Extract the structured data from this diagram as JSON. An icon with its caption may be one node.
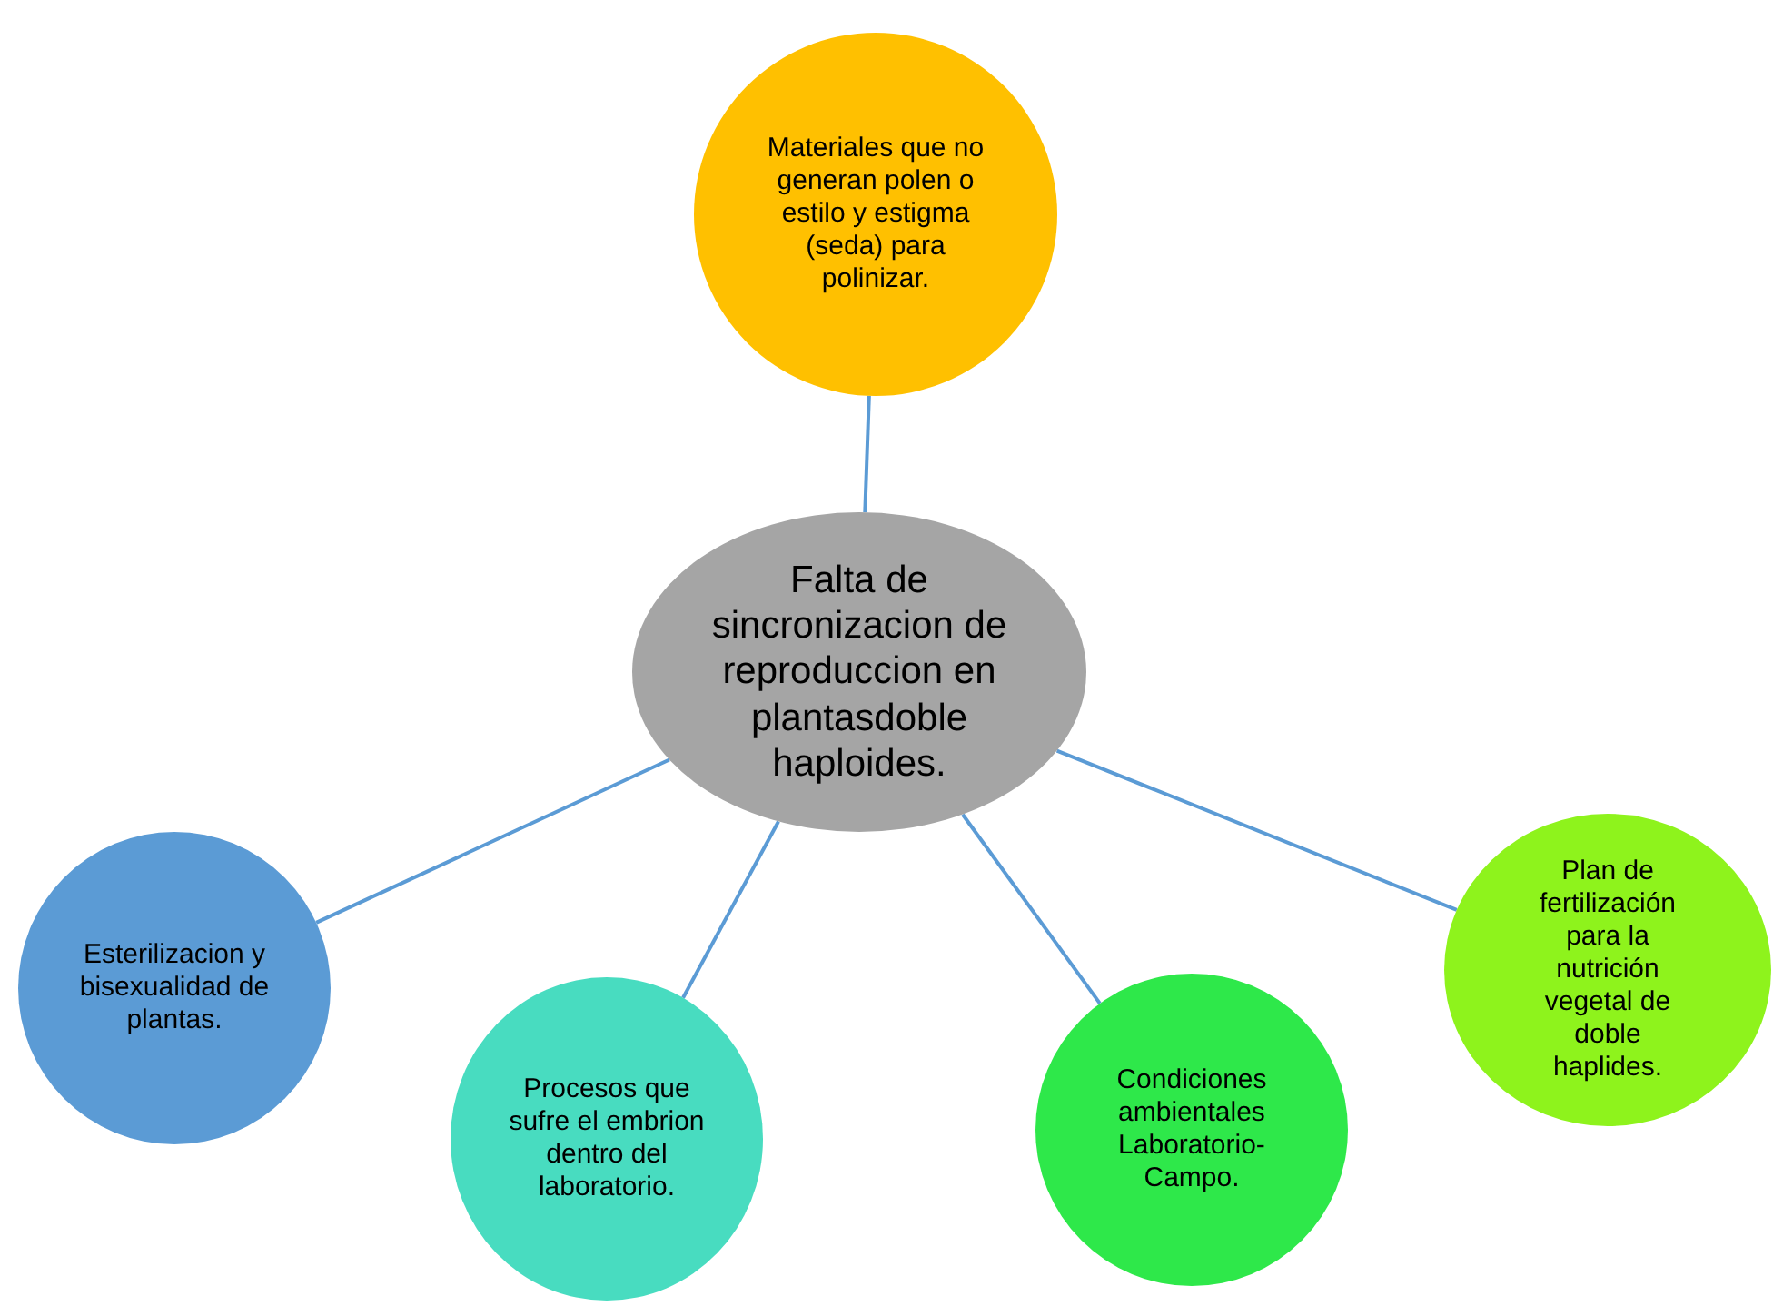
{
  "diagram": {
    "nodes": [
      {
        "text": [
          "Falta de sincronizacion de reproduccion en plantasdoble haploides."
        ]
      },
      {
        "text": [
          "Materiales que no generan polen o estilo y estigma (seda) para polinizar."
        ]
      },
      {
        "text": [
          "Esterilizacion y bisexualidad de plantas."
        ]
      },
      {
        "text": [
          "Procesos que sufre el embrion dentro del laboratorio."
        ]
      },
      {
        "text": [
          "Condiciones ambientales Laboratorio-Campo."
        ]
      },
      {
        "text": [
          "Plan de fertilización para la nutrición vegetal de doble haplides."
        ]
      }
    ],
    "edges": [
      {
        "from": 0,
        "to": 1,
        "arrow": "none"
      },
      {
        "from": 0,
        "to": 2,
        "arrow": "none"
      },
      {
        "from": 0,
        "to": 3,
        "arrow": "none"
      },
      {
        "from": 0,
        "to": 4,
        "arrow": "none"
      },
      {
        "from": 0,
        "to": 5,
        "arrow": "none"
      }
    ]
  }
}
